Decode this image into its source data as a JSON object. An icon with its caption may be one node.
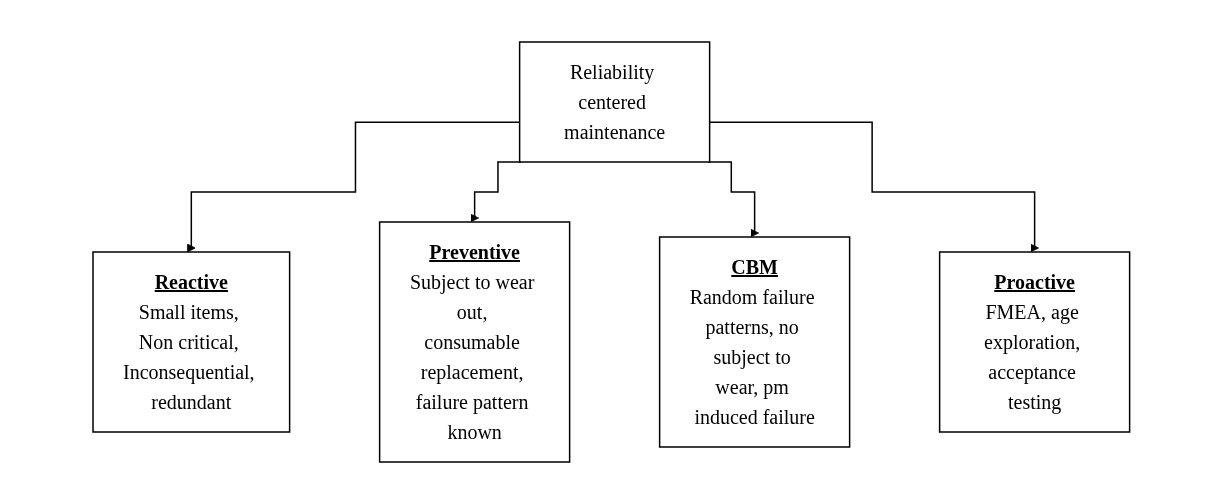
{
  "diagram": {
    "nodes": [
      {
        "text": [
          "Reliability centered maintenance"
        ]
      },
      {
        "text": [
          "Reactive",
          "Small items, Non critical, Inconsequential, redundant"
        ]
      },
      {
        "text": [
          "Preventive",
          "Subject to wear out, consumable replacement, failure pattern known"
        ]
      },
      {
        "text": [
          "CBM",
          "Random failure patterns, no subject to wear, pm induced failure"
        ]
      },
      {
        "text": [
          "Proactive",
          "FMEA, age exploration, acceptance testing"
        ]
      }
    ],
    "edges": [
      {
        "from": 0,
        "to": 1,
        "arrow": "to"
      },
      {
        "from": 0,
        "to": 2,
        "arrow": "to"
      },
      {
        "from": 0,
        "to": 3,
        "arrow": "to"
      },
      {
        "from": 0,
        "to": 4,
        "arrow": "to"
      }
    ]
  }
}
